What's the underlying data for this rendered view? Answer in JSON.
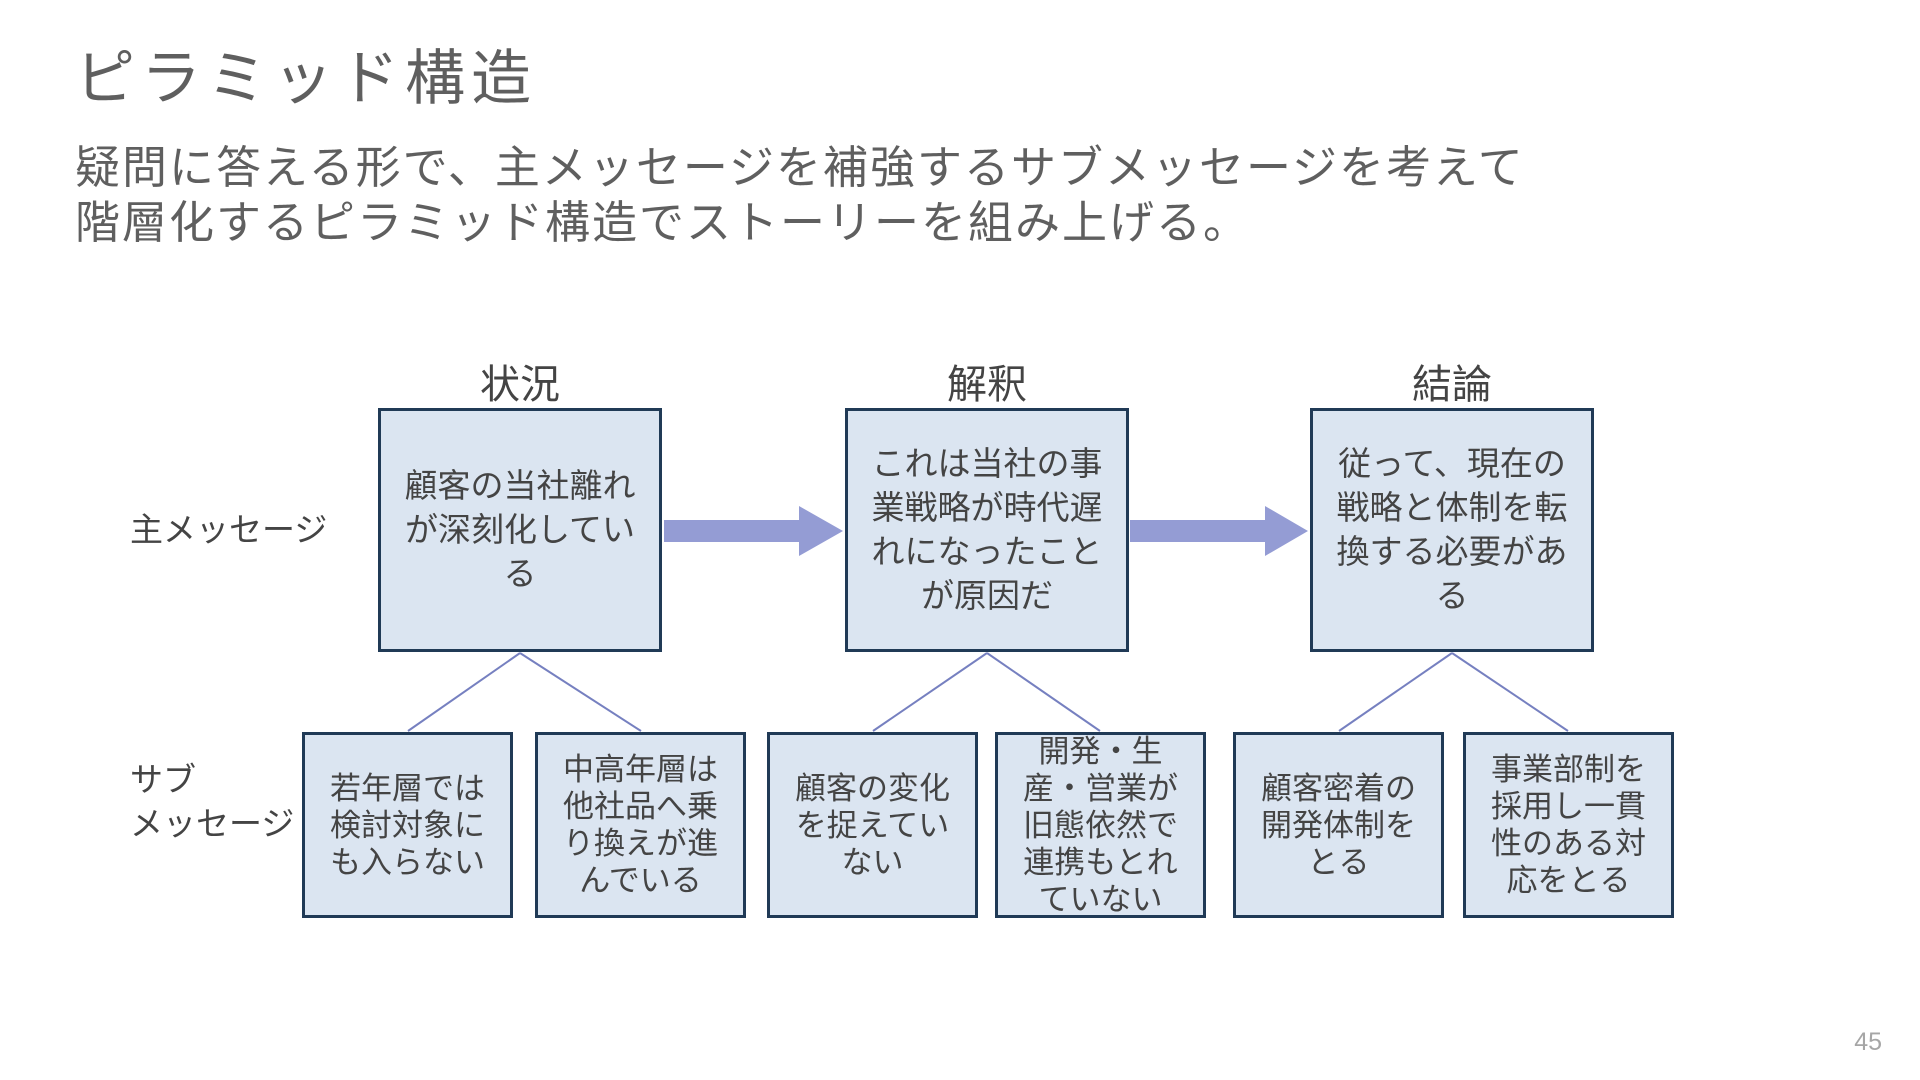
{
  "slide": {
    "title": "ピラミッド構造",
    "body": "疑問に答える形で、主メッセージを補強するサブメッセージを考えて\n階層化するピラミッド構造でストーリーを組み上げる。",
    "page_number": "45"
  },
  "diagram": {
    "column_headers": [
      "状況",
      "解釈",
      "結論"
    ],
    "row_labels": {
      "main": "主メッセージ",
      "sub": "サブ\nメッセージ"
    },
    "main_boxes": [
      "顧客の当社離れ\nが深刻化してい\nる",
      "これは当社の事\n業戦略が時代遅\nれになったこと\nが原因だ",
      "従って、現在の\n戦略と体制を転\n換する必要があ\nる"
    ],
    "sub_boxes": [
      "若年層では\n検討対象に\nも入らない",
      "中高年層は\n他社品へ乗\nり換えが進\nんでいる",
      "顧客の変化\nを捉えてい\nない",
      "開発・生\n産・営業が\n旧態依然で\n連携もとれ\nていない",
      "顧客密着の\n開発体制を\nとる",
      "事業部制を\n採用し一貫\n性のある対\n応をとる"
    ],
    "colors": {
      "box_fill": "#dbe5f1",
      "box_border": "#203a56",
      "arrow": "#949cd4",
      "connector": "#7680c0"
    }
  }
}
